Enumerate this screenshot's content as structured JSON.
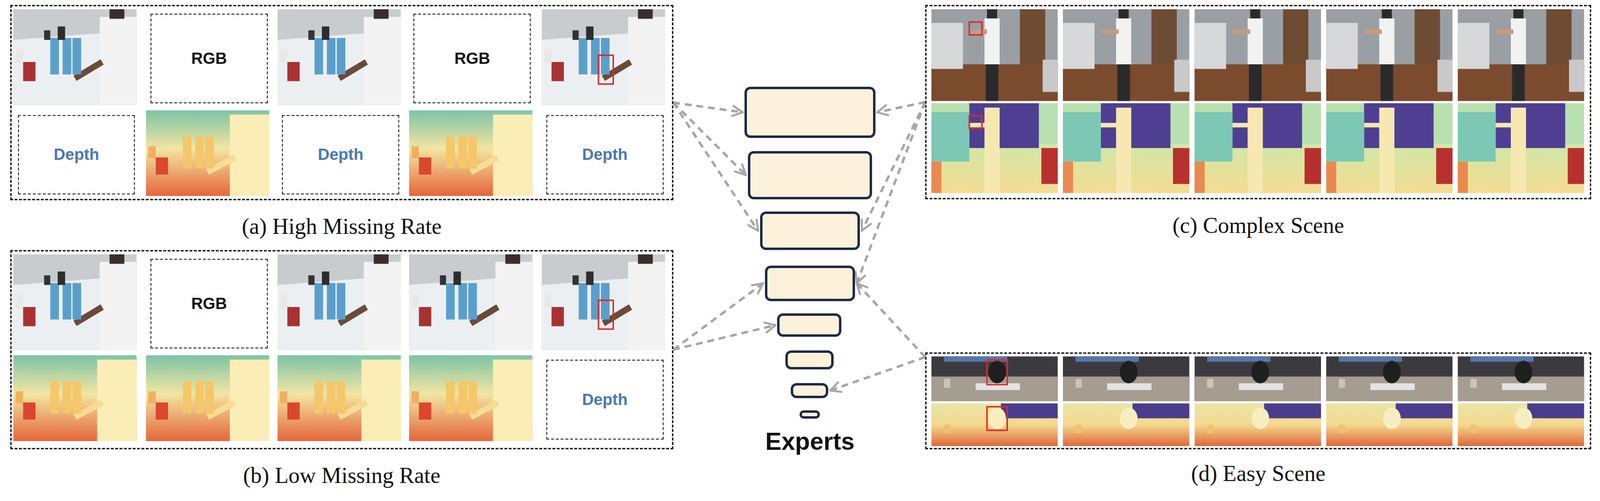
{
  "diagram": {
    "nodes": [
      {
        "text": [
          "(a) High Missing Rate"
        ]
      },
      {
        "text": [
          "RGB"
        ],
        "in": 0
      },
      {
        "text": [
          "RGB"
        ],
        "in": 0
      },
      {
        "text": [
          "Depth"
        ],
        "in": 0
      },
      {
        "text": [
          "Depth"
        ],
        "in": 0
      },
      {
        "text": [
          "Depth"
        ],
        "in": 0
      },
      {
        "text": [
          "(b) Low Missing Rate"
        ]
      },
      {
        "text": [
          "RGB"
        ],
        "in": 6
      },
      {
        "text": [
          "Depth"
        ],
        "in": 6
      },
      {
        "text": [
          "Experts"
        ]
      },
      {
        "text": [],
        "in": 9
      },
      {
        "text": [],
        "in": 9
      },
      {
        "text": [],
        "in": 9
      },
      {
        "text": [],
        "in": 9
      },
      {
        "text": [],
        "in": 9
      },
      {
        "text": [],
        "in": 9
      },
      {
        "text": [],
        "in": 9
      },
      {
        "text": [],
        "in": 9
      },
      {
        "text": [
          "(c) Complex Scene"
        ]
      },
      {
        "text": [
          "(d) Easy Scene"
        ]
      }
    ],
    "edges": [
      {
        "from": 0,
        "to": 10,
        "arrow": "to"
      },
      {
        "from": 0,
        "to": 11,
        "arrow": "to"
      },
      {
        "from": 0,
        "to": 12,
        "arrow": "to"
      },
      {
        "from": 6,
        "to": 13,
        "arrow": "to"
      },
      {
        "from": 6,
        "to": 14,
        "arrow": "to"
      },
      {
        "from": 18,
        "to": 10,
        "arrow": "to"
      },
      {
        "from": 18,
        "to": 12,
        "arrow": "to"
      },
      {
        "from": 18,
        "to": 13,
        "arrow": "to"
      },
      {
        "from": 19,
        "to": 13,
        "arrow": "to"
      },
      {
        "from": 19,
        "to": 16,
        "arrow": "to"
      }
    ]
  }
}
